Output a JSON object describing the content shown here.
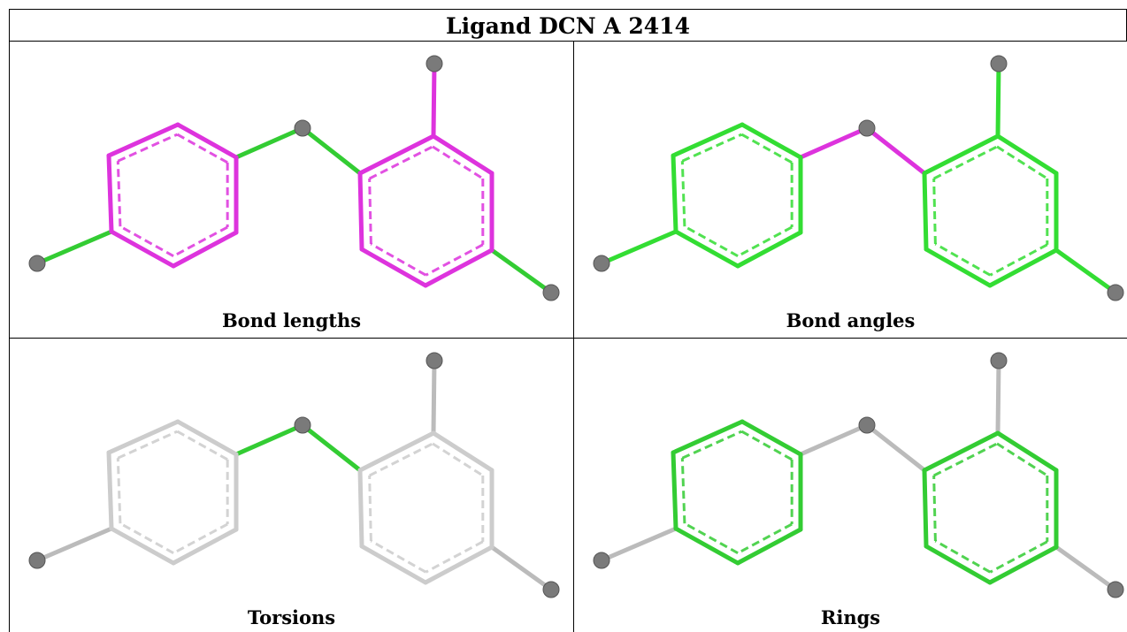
{
  "title": "Ligand DCN A 2414",
  "panels": [
    {
      "caption": "Bond lengths",
      "ring1": "#dd33dd",
      "ring2": "#dd33dd",
      "bridge1": "#33cc33",
      "bridge2": "#33cc33",
      "sub_left": "#33cc33",
      "sub_right": "#33cc33",
      "sub_top": "#dd33dd"
    },
    {
      "caption": "Bond angles",
      "ring1": "#33dd33",
      "ring2": "#33dd33",
      "bridge1": "#dd33dd",
      "bridge2": "#dd33dd",
      "sub_left": "#33dd33",
      "sub_right": "#33dd33",
      "sub_top": "#33dd33"
    },
    {
      "caption": "Torsions",
      "ring1": "#cccccc",
      "ring2": "#cccccc",
      "bridge1": "#33cc33",
      "bridge2": "#33cc33",
      "sub_left": "#bbbbbb",
      "sub_right": "#bbbbbb",
      "sub_top": "#bbbbbb"
    },
    {
      "caption": "Rings",
      "ring1": "#33cc33",
      "ring2": "#33cc33",
      "bridge1": "#bbbbbb",
      "bridge2": "#bbbbbb",
      "sub_left": "#bbbbbb",
      "sub_right": "#bbbbbb",
      "sub_top": "#bbbbbb"
    }
  ]
}
